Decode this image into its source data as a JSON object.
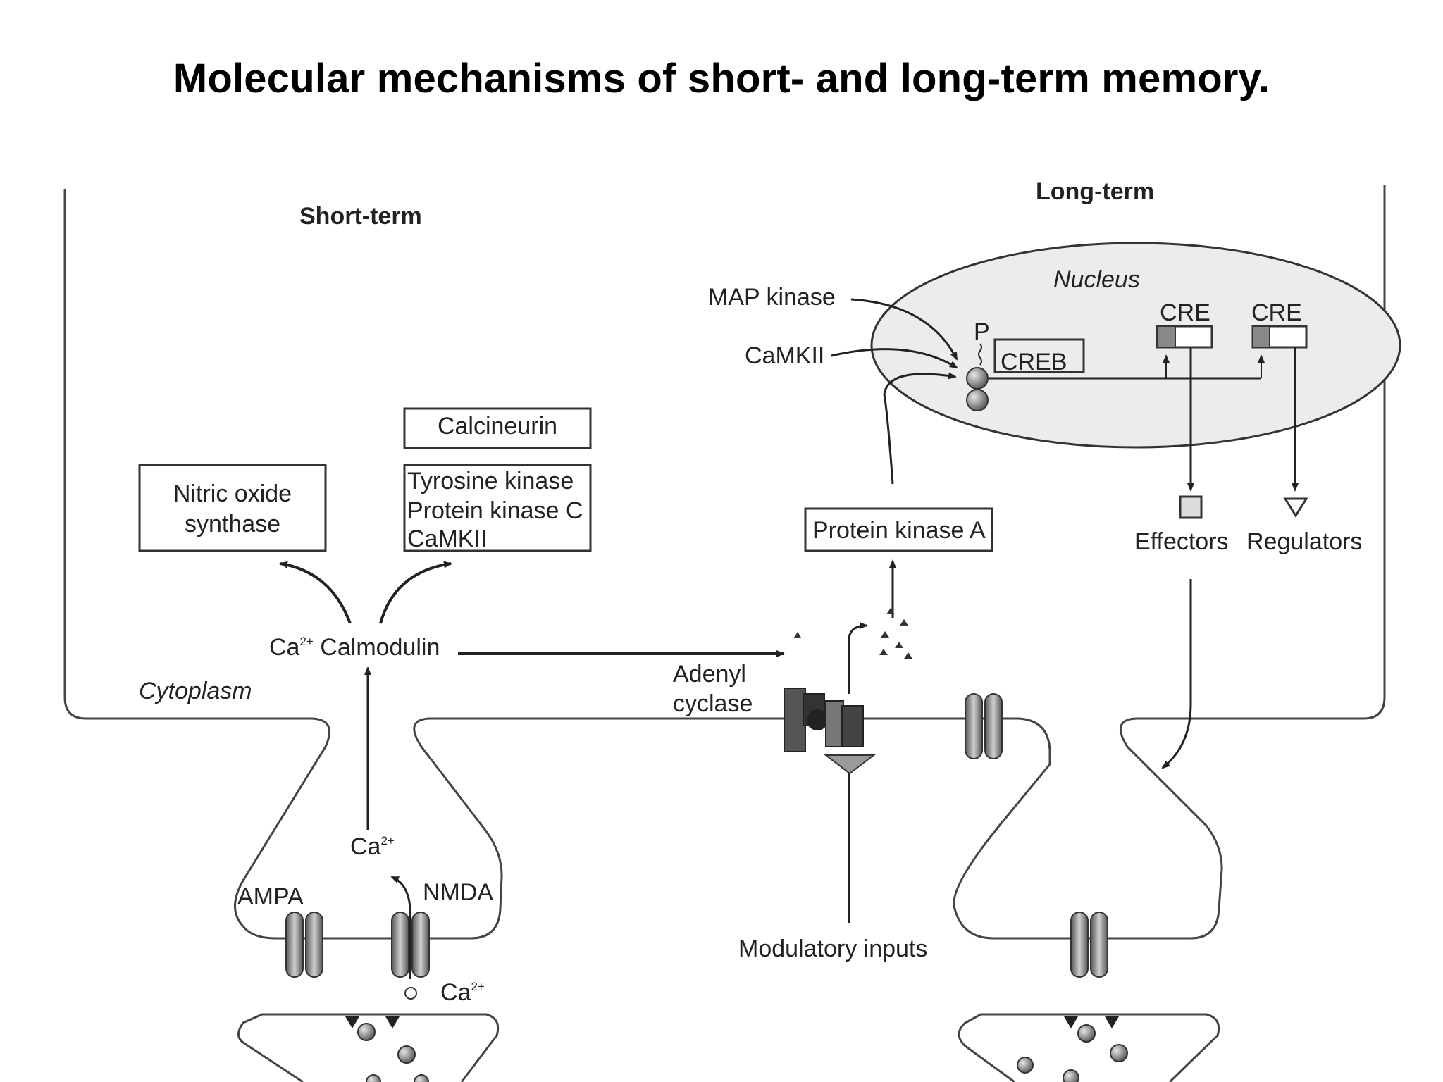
{
  "title": "Molecular mechanisms of short- and long-term memory.",
  "diagram": {
    "headers": {
      "short_term": "Short-term",
      "long_term": "Long-term"
    },
    "regions": {
      "nucleus": "Nucleus",
      "cytoplasm": "Cytoplasm"
    },
    "boxes": {
      "nitric_oxide_line1": "Nitric oxide",
      "nitric_oxide_line2": "synthase",
      "calcineurin": "Calcineurin",
      "kinases": [
        "Tyrosine kinase",
        "Protein kinase C",
        "CaMKII"
      ],
      "pka": "Protein kinase A",
      "creb": "CREB"
    },
    "labels": {
      "map_kinase": "MAP kinase",
      "camkii": "CaMKII",
      "p": "P",
      "cre_1": "CRE",
      "cre_2": "CRE",
      "effectors": "Effectors",
      "regulators": "Regulators",
      "ca_calmodulin_ca": "Ca",
      "ca_calmodulin_sup": "2+",
      "ca_calmodulin_rest": " Calmodulin",
      "adenyl_1": "Adenyl",
      "adenyl_2": "cyclase",
      "ca_mid": "Ca",
      "ca_mid_sup": "2+",
      "ampa": "AMPA",
      "nmda": "NMDA",
      "ca_low": "Ca",
      "ca_low_sup": "2+",
      "modulatory": "Modulatory inputs"
    }
  }
}
